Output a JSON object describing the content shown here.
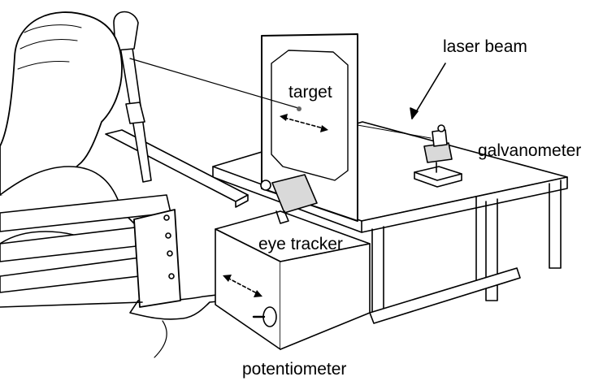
{
  "labels": {
    "laser_beam": "laser beam",
    "target": "target",
    "galvanometer": "galvanometer",
    "eye_tracker": "eye tracker",
    "potentiometer": "potentiometer"
  },
  "colors": {
    "ink": "#000000",
    "paper": "#ffffff",
    "shade": "#d9d9d9"
  }
}
